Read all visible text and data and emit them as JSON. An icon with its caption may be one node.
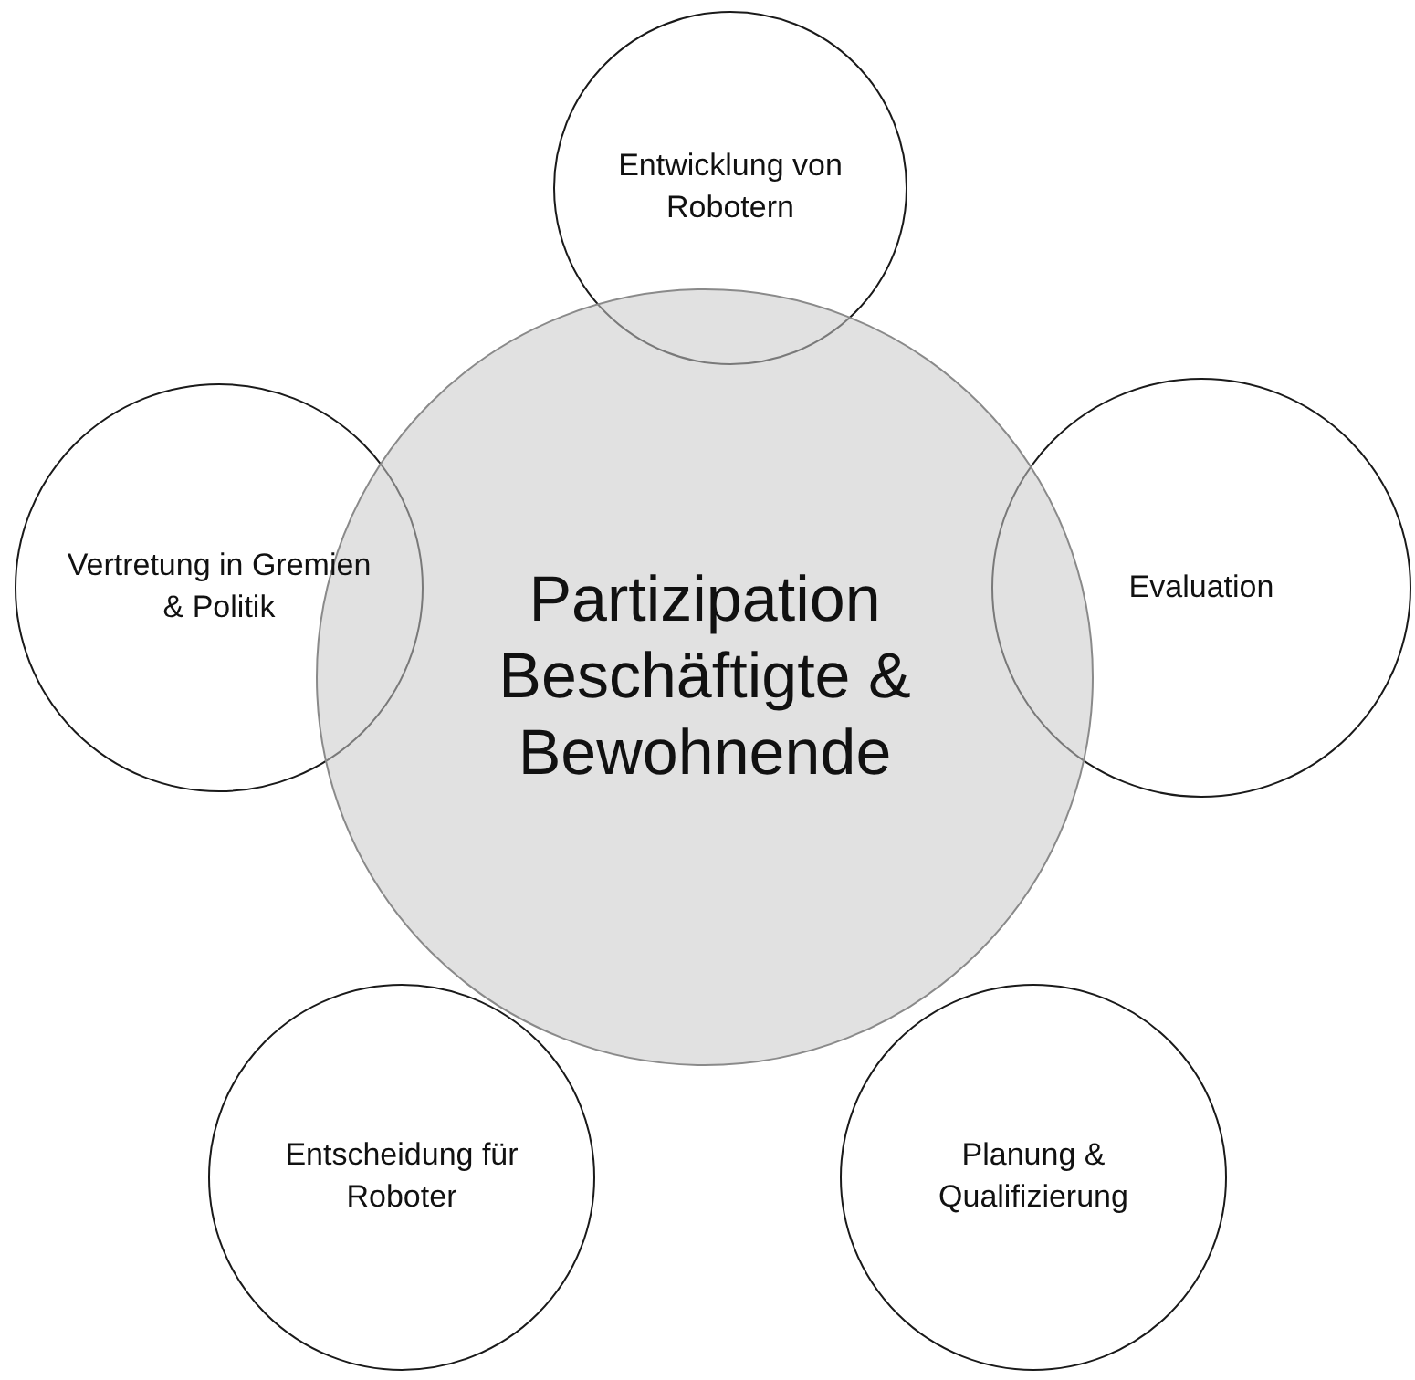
{
  "diagram": {
    "nodes": [
      {
        "text": [
          "Partizipation Beschäftigte & Bewohnende"
        ]
      },
      {
        "text": [
          "Entwicklung von Robotern"
        ]
      },
      {
        "text": [
          "Vertretung in Gremien & Politik"
        ]
      },
      {
        "text": [
          "Evaluation"
        ]
      },
      {
        "text": [
          "Entscheidung für Roboter"
        ]
      },
      {
        "text": [
          "Planung & Qualifizierung"
        ]
      }
    ]
  }
}
